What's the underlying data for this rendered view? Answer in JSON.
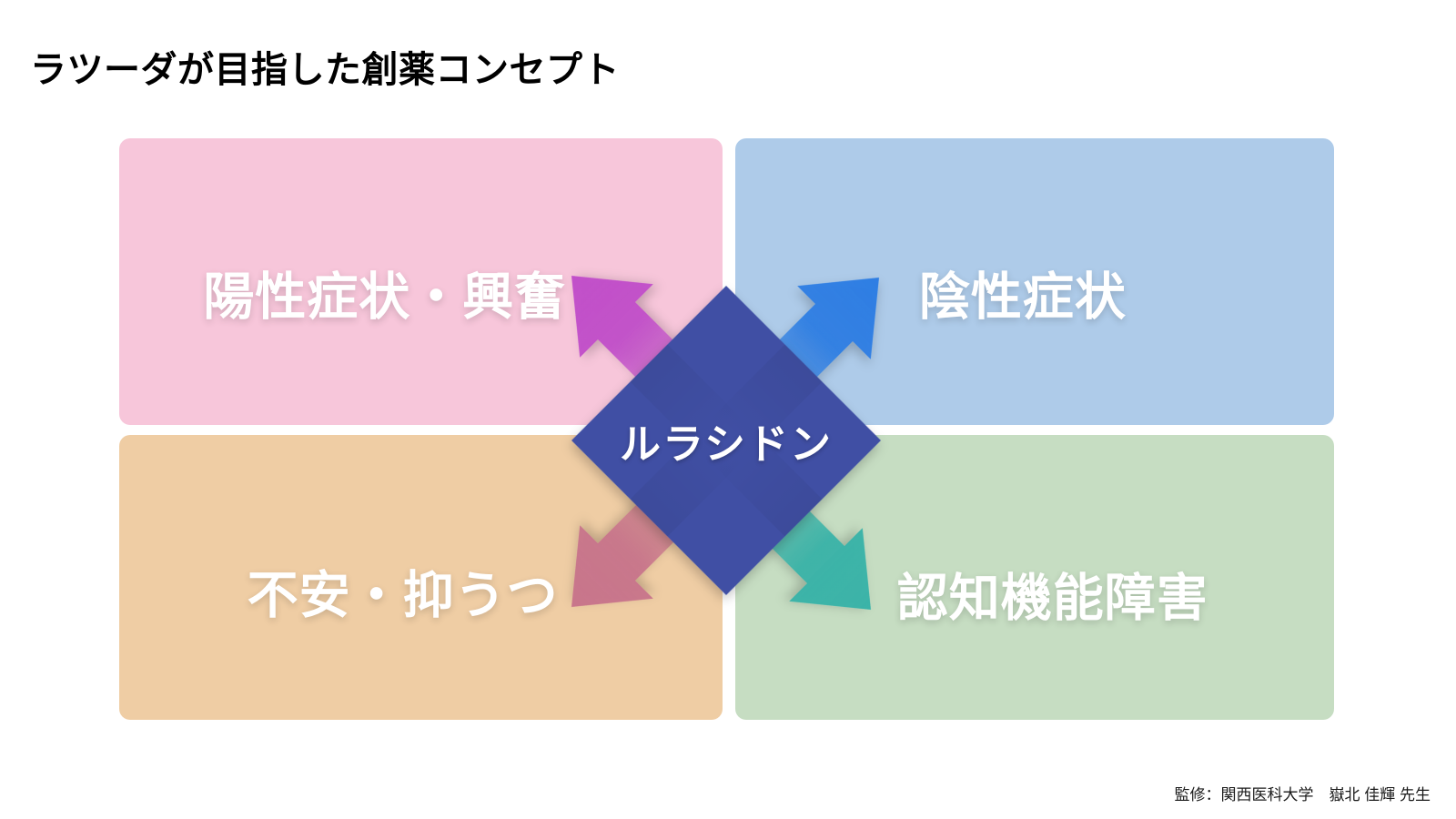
{
  "title": "ラツーダが目指した創薬コンセプト",
  "footer": {
    "supervision": "監修：関西医科大学　嶽北 佳輝 先生"
  },
  "diagram": {
    "center": {
      "label": "ルラシドン",
      "shape": "diamond",
      "color": "#3a4a9e"
    },
    "quadrants": [
      {
        "position": "top-left",
        "label": "陽性症状・興奮",
        "bg_color": "#f7c6da",
        "arrow_color": "#c14fc9",
        "arrow_direction": "up-left"
      },
      {
        "position": "top-right",
        "label": "陰性症状",
        "bg_color": "#aecbe9",
        "arrow_color": "#2e7ee3",
        "arrow_direction": "up-right"
      },
      {
        "position": "bottom-left",
        "label": "不安・抑うつ",
        "bg_color": "#efcda4",
        "arrow_color": "#c8758b",
        "arrow_direction": "down-left"
      },
      {
        "position": "bottom-right",
        "label": "認知機能障害",
        "bg_color": "#c6ddc2",
        "arrow_color": "#3ab3a8",
        "arrow_direction": "down-right"
      }
    ]
  }
}
